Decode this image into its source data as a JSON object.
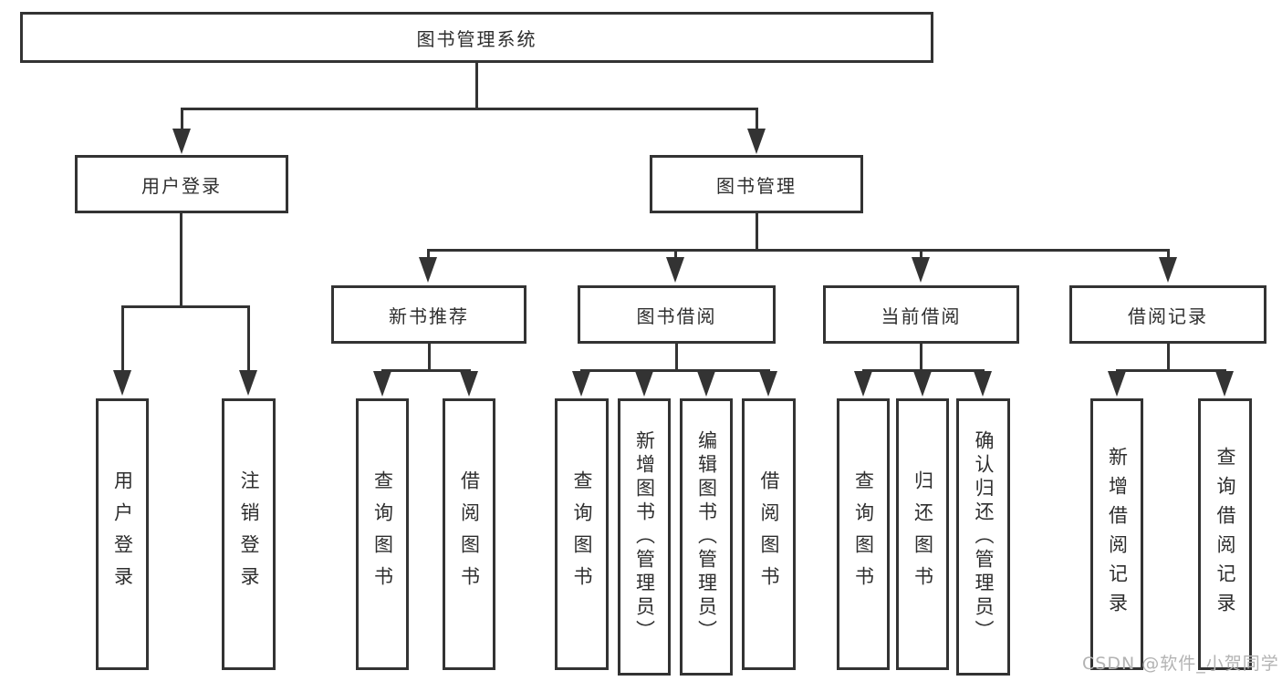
{
  "diagram_title": "图书管理系统",
  "tree": {
    "label": "图书管理系统",
    "children": [
      {
        "label": "用户登录",
        "children": [
          {
            "label": "用户登录"
          },
          {
            "label": "注销登录"
          }
        ]
      },
      {
        "label": "图书管理",
        "children": [
          {
            "label": "新书推荐",
            "children": [
              {
                "label": "查询图书"
              },
              {
                "label": "借阅图书"
              }
            ]
          },
          {
            "label": "图书借阅",
            "children": [
              {
                "label": "查询图书"
              },
              {
                "label": "新增图书（管理员）"
              },
              {
                "label": "编辑图书（管理员）"
              },
              {
                "label": "借阅图书"
              }
            ]
          },
          {
            "label": "当前借阅",
            "children": [
              {
                "label": "查询图书"
              },
              {
                "label": "归还图书"
              },
              {
                "label": "确认归还（管理员）"
              }
            ]
          },
          {
            "label": "借阅记录",
            "children": [
              {
                "label": "新增借阅记录"
              },
              {
                "label": "查询借阅记录"
              }
            ]
          }
        ]
      }
    ]
  },
  "watermark": {
    "text": "CSDN @软件_小贺同学"
  },
  "colors": {
    "line": "#333333",
    "background": "#ffffff",
    "text": "#2e2e2e",
    "watermark": "#b3b3b3"
  }
}
